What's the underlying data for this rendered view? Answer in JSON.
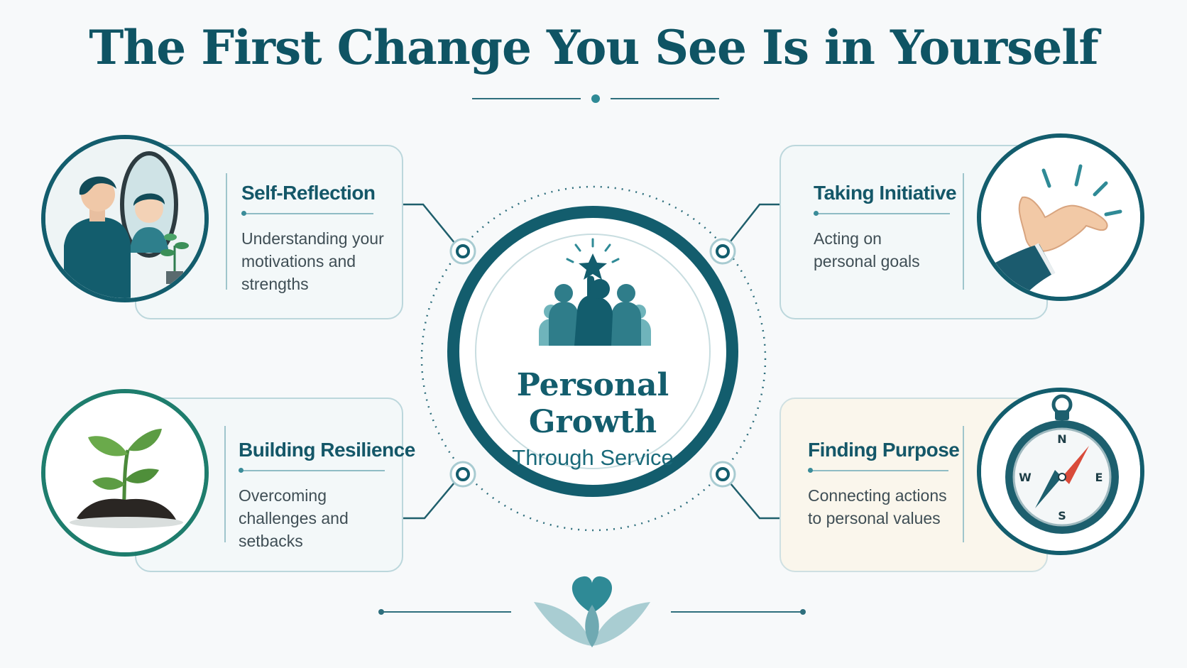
{
  "title": "The First Change You See Is in Yourself",
  "center": {
    "title_line1": "Personal",
    "title_line2": "Growth",
    "subtitle": "Through Service",
    "icon": "people-reaching-star-icon"
  },
  "cards": [
    {
      "id": "self-reflection",
      "title": "Self-Reflection",
      "description": "Understanding your motivations and strengths",
      "icon": "mirror-reflection-icon"
    },
    {
      "id": "taking-initiative",
      "title": "Taking Initiative",
      "description": "Acting on personal goals",
      "icon": "reaching-hand-icon"
    },
    {
      "id": "building-resilience",
      "title": "Building Resilience",
      "description": "Overcoming challenges and setbacks",
      "icon": "sprout-icon"
    },
    {
      "id": "finding-purpose",
      "title": "Finding Purpose",
      "description": "Connecting actions to personal values",
      "icon": "compass-icon"
    }
  ],
  "compass_labels": {
    "n": "N",
    "e": "E",
    "s": "S",
    "w": "W"
  },
  "colors": {
    "primary": "#135d6d",
    "accent_teal": "#3a8c99",
    "card_border": "#bcd7dc",
    "card_bg": "#f3f8f9",
    "purpose_card_bg": "#faf6ec",
    "text": "#3f4e55"
  },
  "footer_icon": "heart-leaves-icon"
}
